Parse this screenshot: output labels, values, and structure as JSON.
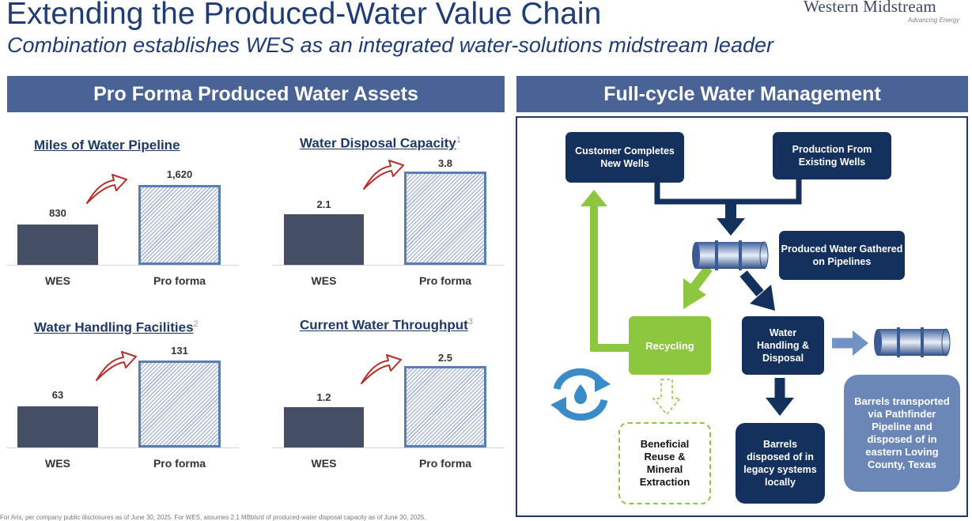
{
  "header": {
    "title": "Extending the Produced-Water Value Chain",
    "subtitle": "Combination establishes WES as an integrated water-solutions midstream leader",
    "logo_name": "Western Midstream",
    "logo_tagline": "Advancing Energy"
  },
  "left_section": {
    "title": "Pro Forma Produced Water Assets",
    "charts": [
      {
        "title": "Miles of Water Pipeline",
        "footnote": "",
        "categories": [
          "WES",
          "Pro forma"
        ],
        "values": [
          "830",
          "1,620"
        ]
      },
      {
        "title": "Water Disposal Capacity",
        "footnote": "1",
        "categories": [
          "WES",
          "Pro forma"
        ],
        "values": [
          "2.1",
          "3.8"
        ]
      },
      {
        "title": "Water Handling Facilities",
        "footnote": "2",
        "categories": [
          "WES",
          "Pro forma"
        ],
        "values": [
          "63",
          "131"
        ]
      },
      {
        "title": "Current Water Throughput",
        "footnote": "3",
        "categories": [
          "WES",
          "Pro forma"
        ],
        "values": [
          "1.2",
          "2.5"
        ]
      }
    ]
  },
  "chart_data": [
    {
      "type": "bar",
      "title": "Miles of Water Pipeline",
      "categories": [
        "WES",
        "Pro forma"
      ],
      "values": [
        830,
        1620
      ],
      "ylim": [
        0,
        1800
      ]
    },
    {
      "type": "bar",
      "title": "Water Disposal Capacity",
      "categories": [
        "WES",
        "Pro forma"
      ],
      "values": [
        2.1,
        3.8
      ],
      "ylim": [
        0,
        4.2
      ]
    },
    {
      "type": "bar",
      "title": "Water Handling Facilities",
      "categories": [
        "WES",
        "Pro forma"
      ],
      "values": [
        63,
        131
      ],
      "ylim": [
        0,
        145
      ]
    },
    {
      "type": "bar",
      "title": "Current Water Throughput",
      "categories": [
        "WES",
        "Pro forma"
      ],
      "values": [
        1.2,
        2.5
      ],
      "ylim": [
        0,
        2.75
      ]
    }
  ],
  "right_section": {
    "title": "Full-cycle Water Management",
    "boxes": {
      "customer": "Customer Completes New Wells",
      "production": "Production From Existing Wells",
      "gathered": "Produced Water Gathered on Pipelines",
      "recycling": "Recycling",
      "handling": "Water Handling & Disposal",
      "reuse": "Beneficial Reuse & Mineral Extraction",
      "legacy": "Barrels disposed of in legacy systems locally",
      "pathfinder": "Barrels transported via Pathfinder Pipeline and disposed of in eastern Loving County, Texas"
    }
  },
  "colors": {
    "navy": "#14305c",
    "header_blue": "#4a6396",
    "green": "#8dc63f",
    "wes_bar": "#444f66",
    "pro_forma_border": "#5b7db6",
    "arrow_red": "#b3302c",
    "cycle_blue": "#3a8cc8"
  },
  "footnote": "For Aris, per company public disclosures as of June 30, 2025. For WES, assumes 2.1 MBbls/d of produced-water disposal capacity as of June 30, 2025."
}
